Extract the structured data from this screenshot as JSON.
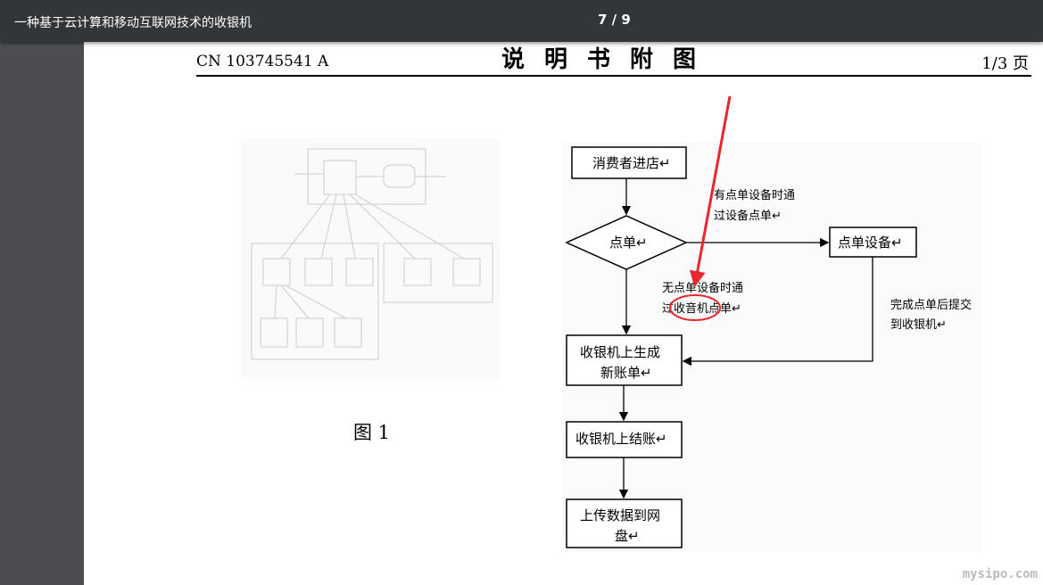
{
  "toolbar": {
    "title": "一种基于云计算和移动互联网技术的收银机",
    "page_indicator": "7 / 9"
  },
  "header": {
    "doc_number": "CN 103745541 A",
    "title": "说明书附图",
    "page": "1/3 页"
  },
  "figure1": {
    "caption": "图 1"
  },
  "flowchart": {
    "n1": "消费者进店↵",
    "n2": "点单↵",
    "n3": "点单设备↵",
    "n4a": "收银机上生成",
    "n4b": "新账单↵",
    "n5": "收银机上结账↵",
    "n6a": "上传数据到网",
    "n6b": "盘↵",
    "l1a": "有点单设备时通",
    "l1b": "过设备点单↵",
    "l2a": "无点单设备时通",
    "l2b": "过收音机点单↵",
    "l3a": "完成点单后提交",
    "l3b": "到收银机↵"
  },
  "annotation_color": "#e8262c",
  "watermark": "mysipo.com"
}
